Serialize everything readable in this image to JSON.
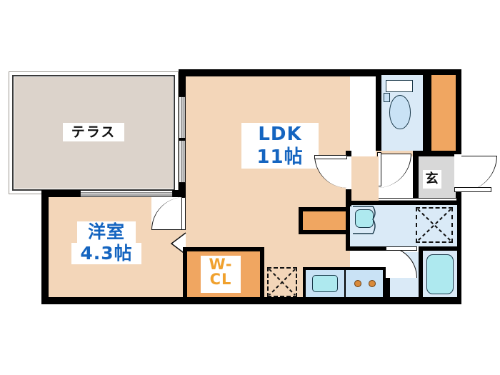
{
  "plan": {
    "title": "Apartment Floor Plan",
    "rooms": [
      {
        "id": "terrace",
        "label": "テラス",
        "sub": "",
        "type": "terrace"
      },
      {
        "id": "ldk",
        "label": "LDK",
        "sub": "11帖",
        "type": "living-dining-kitchen"
      },
      {
        "id": "bedroom",
        "label": "洋室",
        "sub": "4.3帖",
        "type": "western-room"
      },
      {
        "id": "wcl",
        "label": "W-\nCL",
        "sub": "",
        "type": "walk-in-closet"
      },
      {
        "id": "genkan",
        "label": "玄",
        "sub": "",
        "type": "entrance"
      }
    ],
    "labels": {
      "terrace": "テラス",
      "ldk_name": "LDK",
      "ldk_size": "11帖",
      "bedroom_name": "洋室",
      "bedroom_size": "4.3帖",
      "wcl_line1": "W-",
      "wcl_line2": "CL",
      "genkan": "玄"
    },
    "fixtures": [
      {
        "id": "toilet",
        "name": "toilet-fixture"
      },
      {
        "id": "toilet-tank",
        "name": "toilet-tank"
      },
      {
        "id": "washbasin",
        "name": "washbasin-fixture"
      },
      {
        "id": "bathtub",
        "name": "bathtub-fixture"
      },
      {
        "id": "kitchen-sink",
        "name": "kitchen-sink"
      },
      {
        "id": "stove",
        "name": "stove-two-burner"
      },
      {
        "id": "washer-space",
        "name": "washing-machine-space"
      },
      {
        "id": "shoe-space",
        "name": "shoe-box-space"
      }
    ],
    "colors": {
      "floor": "#f3d6b9",
      "terrace": "#dcd3cb",
      "water": "#daeaf7",
      "closet": "#f0a661",
      "label_blue": "#1565c0",
      "label_orange": "#f0a12e",
      "wall": "#000000",
      "genkan": "#d8d8d8"
    }
  }
}
